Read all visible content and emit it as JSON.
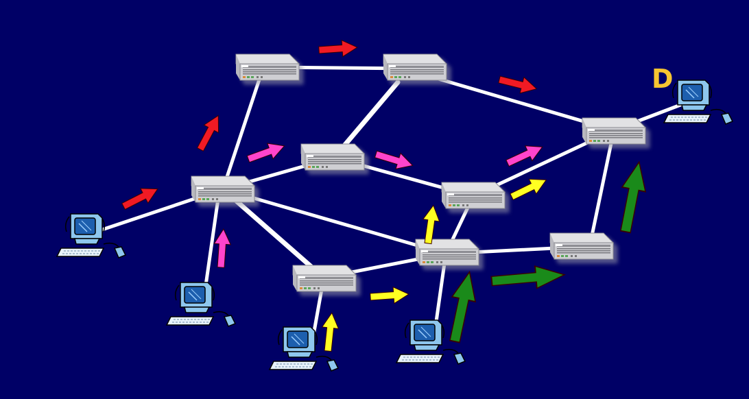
{
  "destination_label": "D",
  "colors": {
    "background": "#000066",
    "link": "#ffffff",
    "flow_red": "#f01a24",
    "flow_magenta": "#ff44cc",
    "flow_yellow": "#ffff22",
    "flow_green": "#1a8a1a"
  },
  "icons": {
    "router": "router-icon",
    "host": "computer-icon"
  },
  "network": {
    "routers": [
      "r-top-left",
      "r-top-mid",
      "r-right",
      "r-center",
      "r-left",
      "r-mid-right",
      "r-mid-low",
      "r-bottom-right",
      "r-bottom-mid"
    ],
    "hosts": [
      "h-left",
      "h-bottom-1",
      "h-bottom-2",
      "h-bottom-3",
      "h-dest"
    ],
    "flows": [
      "red",
      "magenta",
      "yellow",
      "green"
    ]
  }
}
